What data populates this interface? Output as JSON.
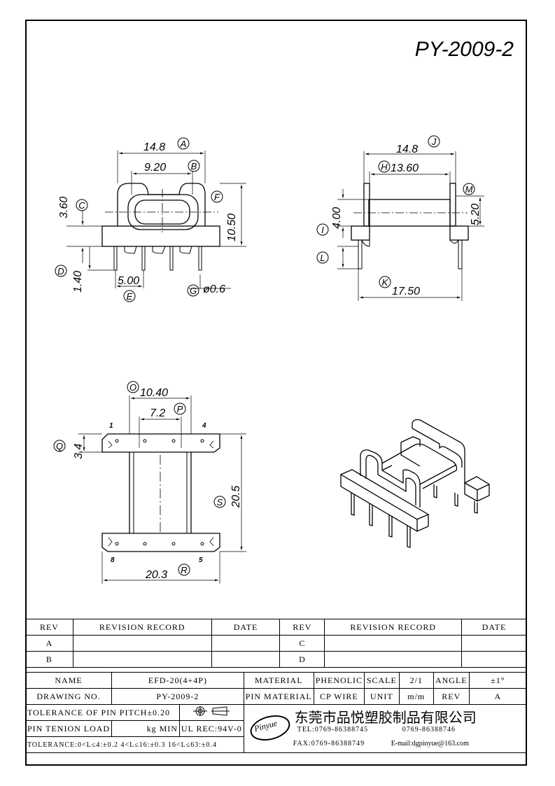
{
  "drawing_number": "PY-2009-2",
  "front_view": {
    "dim_a": "14.8",
    "label_a": "A",
    "dim_b": "9.20",
    "label_b": "B",
    "dim_c": "3.60",
    "label_c": "C",
    "dim_d": "1.40",
    "label_d": "D",
    "dim_e": "5.00",
    "label_e": "E",
    "dim_f": "10.50",
    "label_f": "F",
    "dim_g": "ø0.6",
    "label_g": "G"
  },
  "side_view": {
    "dim_j": "14.8",
    "label_j": "J",
    "dim_h": "13.60",
    "label_h": "H",
    "dim_i": "4.00",
    "label_i": "I",
    "dim_m": "5.20",
    "label_m": "M",
    "label_l": "L",
    "dim_k": "17.50",
    "label_k": "K"
  },
  "top_view": {
    "dim_o": "10.40",
    "label_o": "O",
    "dim_p": "7.2",
    "label_p": "P",
    "dim_q": "3.4",
    "label_q": "Q",
    "dim_s": "20.5",
    "label_s": "S",
    "dim_r": "20.3",
    "label_r": "R",
    "pin_1": "1",
    "pin_4": "4",
    "pin_8": "8",
    "pin_5": "5"
  },
  "revision_table": {
    "headers": [
      "REV",
      "REVISION RECORD",
      "DATE",
      "REV",
      "REVISION RECORD",
      "DATE"
    ],
    "rows": [
      [
        "A",
        "",
        "",
        "C",
        "",
        ""
      ],
      [
        "B",
        "",
        "",
        "D",
        "",
        ""
      ]
    ]
  },
  "title_block": {
    "name_label": "NAME",
    "name_value": "EFD-20(4+4P)",
    "material_label": "MATERIAL",
    "material_value": "PHENOLIC",
    "scale_label": "SCALE",
    "scale_value": "2/1",
    "angle_label": "ANGLE",
    "angle_value": "±1°",
    "drawing_no_label": "DRAWING NO.",
    "drawing_no_value": "PY-2009-2",
    "pin_material_label": "PIN MATERIAL",
    "pin_material_value": "CP WIRE",
    "unit_label": "UNIT",
    "unit_value": "m/m",
    "rev_label": "REV",
    "rev_value": "A",
    "pin_pitch_tolerance": "TOLERANCE OF PIN PITCH±0.20",
    "pin_tension": "PIN TENION LOAD",
    "pin_tension_value": "kg MIN",
    "ul_rec": "UL REC:94V-0",
    "tolerance_line": "TOLERANCE:0<L≤4:±0.2  4<L≤16:±0.3  16<L≤63:±0.4",
    "logo_text": "Pinyue",
    "company_name": "东莞市品悦塑胶制品有限公司",
    "tel": "TEL:0769-86388745",
    "tel2": "0769-86388746",
    "fax": "FAX:0769-86388749",
    "email": "E-mail:dgpinyue@163.com"
  }
}
